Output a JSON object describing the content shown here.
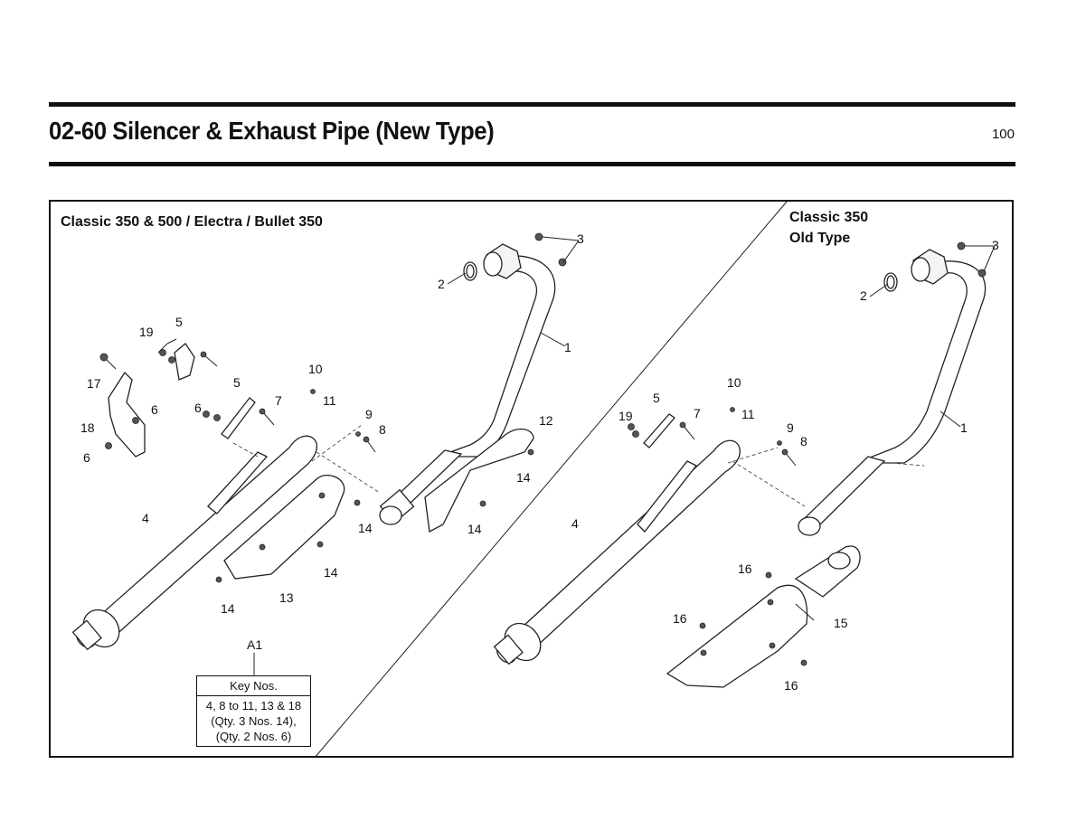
{
  "header": {
    "title": "02-60 Silencer & Exhaust Pipe (New Type)",
    "page_number": "100"
  },
  "sections": {
    "left_title": "Classic 350 & 500 / Electra / Bullet 350",
    "right_title_line1": "Classic 350",
    "right_title_line2": "Old Type"
  },
  "key_table": {
    "ref": "A1",
    "heading": "Key Nos.",
    "line1": "4, 8 to 11, 13 & 18",
    "line2": "(Qty. 3 Nos. 14),",
    "line3": "(Qty. 2 Nos. 6)"
  },
  "callouts_left": [
    "1",
    "2",
    "3",
    "4",
    "5",
    "5",
    "6",
    "6",
    "7",
    "8",
    "9",
    "10",
    "11",
    "12",
    "13",
    "14",
    "14",
    "14",
    "14",
    "14",
    "17",
    "18",
    "19"
  ],
  "callouts_right": [
    "1",
    "2",
    "3",
    "4",
    "5",
    "7",
    "8",
    "9",
    "10",
    "11",
    "15",
    "16",
    "16",
    "16",
    "19"
  ]
}
